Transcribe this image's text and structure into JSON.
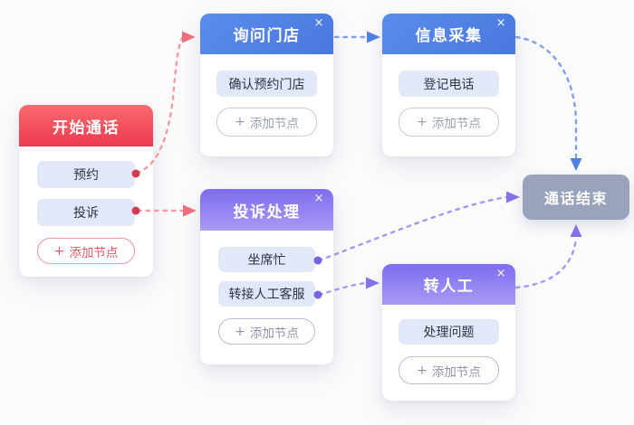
{
  "ui": {
    "plus": "+",
    "close": "×"
  },
  "colors": {
    "background": "#fbfbfc",
    "card_bg": "#ffffff",
    "red_header": "#ec3a4f",
    "blue_header": "#4a78e0",
    "purple_header": "#7d6cef",
    "end_node_bg": "#99a3bc",
    "item_bg": "#e2e8f8",
    "edge_red": "#ef6e7e",
    "edge_blue": "#4f80e2",
    "edge_purple": "#8273ec",
    "port_red": "#d23c52",
    "port_purple": "#7466dc"
  },
  "nodes": {
    "start": {
      "title": "开始通话",
      "items": [
        "预约",
        "投诉"
      ],
      "add_label": "添加节点"
    },
    "ask_store": {
      "title": "询问门店",
      "items": [
        "确认预约门店"
      ],
      "add_label": "添加节点"
    },
    "collect_info": {
      "title": "信息采集",
      "items": [
        "登记电话"
      ],
      "add_label": "添加节点"
    },
    "complaint": {
      "title": "投诉处理",
      "items": [
        "坐席忙",
        "转接人工客服"
      ],
      "add_label": "添加节点"
    },
    "to_human": {
      "title": "转人工",
      "items": [
        "处理问题"
      ],
      "add_label": "添加节点"
    },
    "end": {
      "title": "通话结束"
    }
  },
  "edges": [
    {
      "from": "开始通话/预约",
      "to": "询问门店",
      "color": "#ef6e7e"
    },
    {
      "from": "开始通话/投诉",
      "to": "投诉处理",
      "color": "#ef6e7e"
    },
    {
      "from": "询问门店",
      "to": "信息采集",
      "color": "#4f80e2"
    },
    {
      "from": "信息采集",
      "to": "通话结束",
      "color": "#4f80e2"
    },
    {
      "from": "投诉处理/坐席忙",
      "to": "通话结束",
      "color": "#8273ec"
    },
    {
      "from": "投诉处理/转接人工客服",
      "to": "转人工",
      "color": "#8273ec"
    },
    {
      "from": "转人工",
      "to": "通话结束",
      "color": "#8273ec"
    }
  ]
}
